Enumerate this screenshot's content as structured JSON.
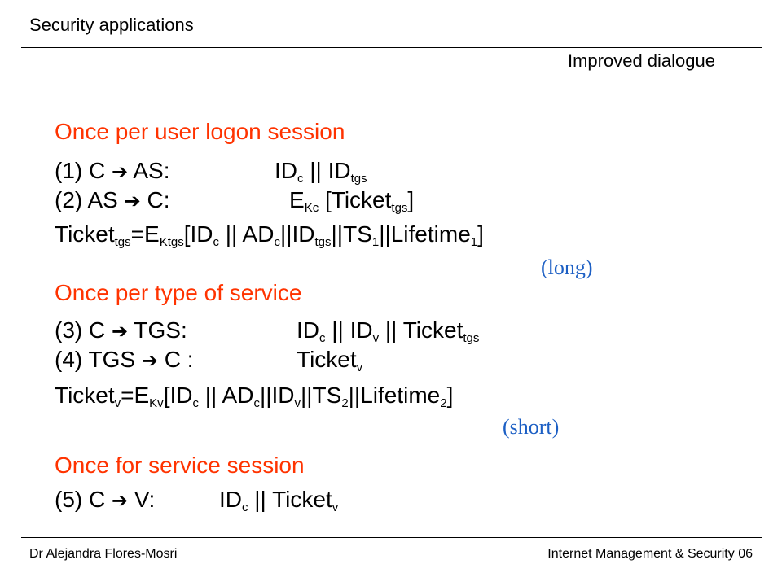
{
  "header": {
    "title": "Security applications",
    "slide_title": "Improved dialogue"
  },
  "sections": {
    "logon": {
      "heading": "Once per user logon session",
      "step1": {
        "label": "(1) C ",
        "arrow": "➔",
        "rest": " AS:",
        "id": "ID",
        "id_sub": "c",
        "sep": " || ID",
        "sep_sub": "tgs"
      },
      "step2": {
        "label": "(2) AS ",
        "arrow": "➔",
        "rest": " C:",
        "e": "E",
        "e_sub": "Kc",
        "ticket": " [Ticket",
        "ticket_sub": "tgs",
        "close": "]"
      },
      "ticket": {
        "p1": "Ticket",
        "s1": "tgs",
        "p2": "=E",
        "s2": "Ktgs",
        "p3": "[ID",
        "s3": "c",
        "p4": " || AD",
        "s4": "c",
        "p5": "||ID",
        "s5": "tgs",
        "p6": "||TS",
        "s6": "1",
        "p7": "||Lifetime",
        "s7": "1",
        "p8": "]"
      },
      "note": "(long)"
    },
    "service_type": {
      "heading": "Once per type of service",
      "step3": {
        "label": "(3) C ",
        "arrow": "➔",
        "rest": " TGS:",
        "id": "ID",
        "id_sub": "c",
        "sep": " || ID",
        "sep_sub": "v",
        "sep2": " || Ticket",
        "sep2_sub": "tgs"
      },
      "step4": {
        "label": "(4) TGS ",
        "arrow": "➔",
        "rest": " C :",
        "ticket": "Ticket",
        "ticket_sub": "v"
      },
      "ticket": {
        "p1": "Ticket",
        "s1": "v",
        "p2": "=E",
        "s2": "Kv",
        "p3": "[ID",
        "s3": "c",
        "p4": " || AD",
        "s4": "c",
        "p5": "||ID",
        "s5": "v",
        "p6": "||TS",
        "s6": "2",
        "p7": "||Lifetime",
        "s7": "2",
        "p8": "]"
      },
      "note": "(short)"
    },
    "service_session": {
      "heading": "Once for service session",
      "step5": {
        "label": "(5) C ",
        "arrow": "➔",
        "rest": " V:",
        "id": "ID",
        "id_sub": "c",
        "sep": " || Ticket",
        "sep_sub": "v"
      }
    }
  },
  "footer": {
    "left": "Dr Alejandra Flores-Mosri",
    "right": "Internet Management & Security 06"
  },
  "colors": {
    "heading": "#ff3300",
    "note": "#1c5fc4"
  }
}
